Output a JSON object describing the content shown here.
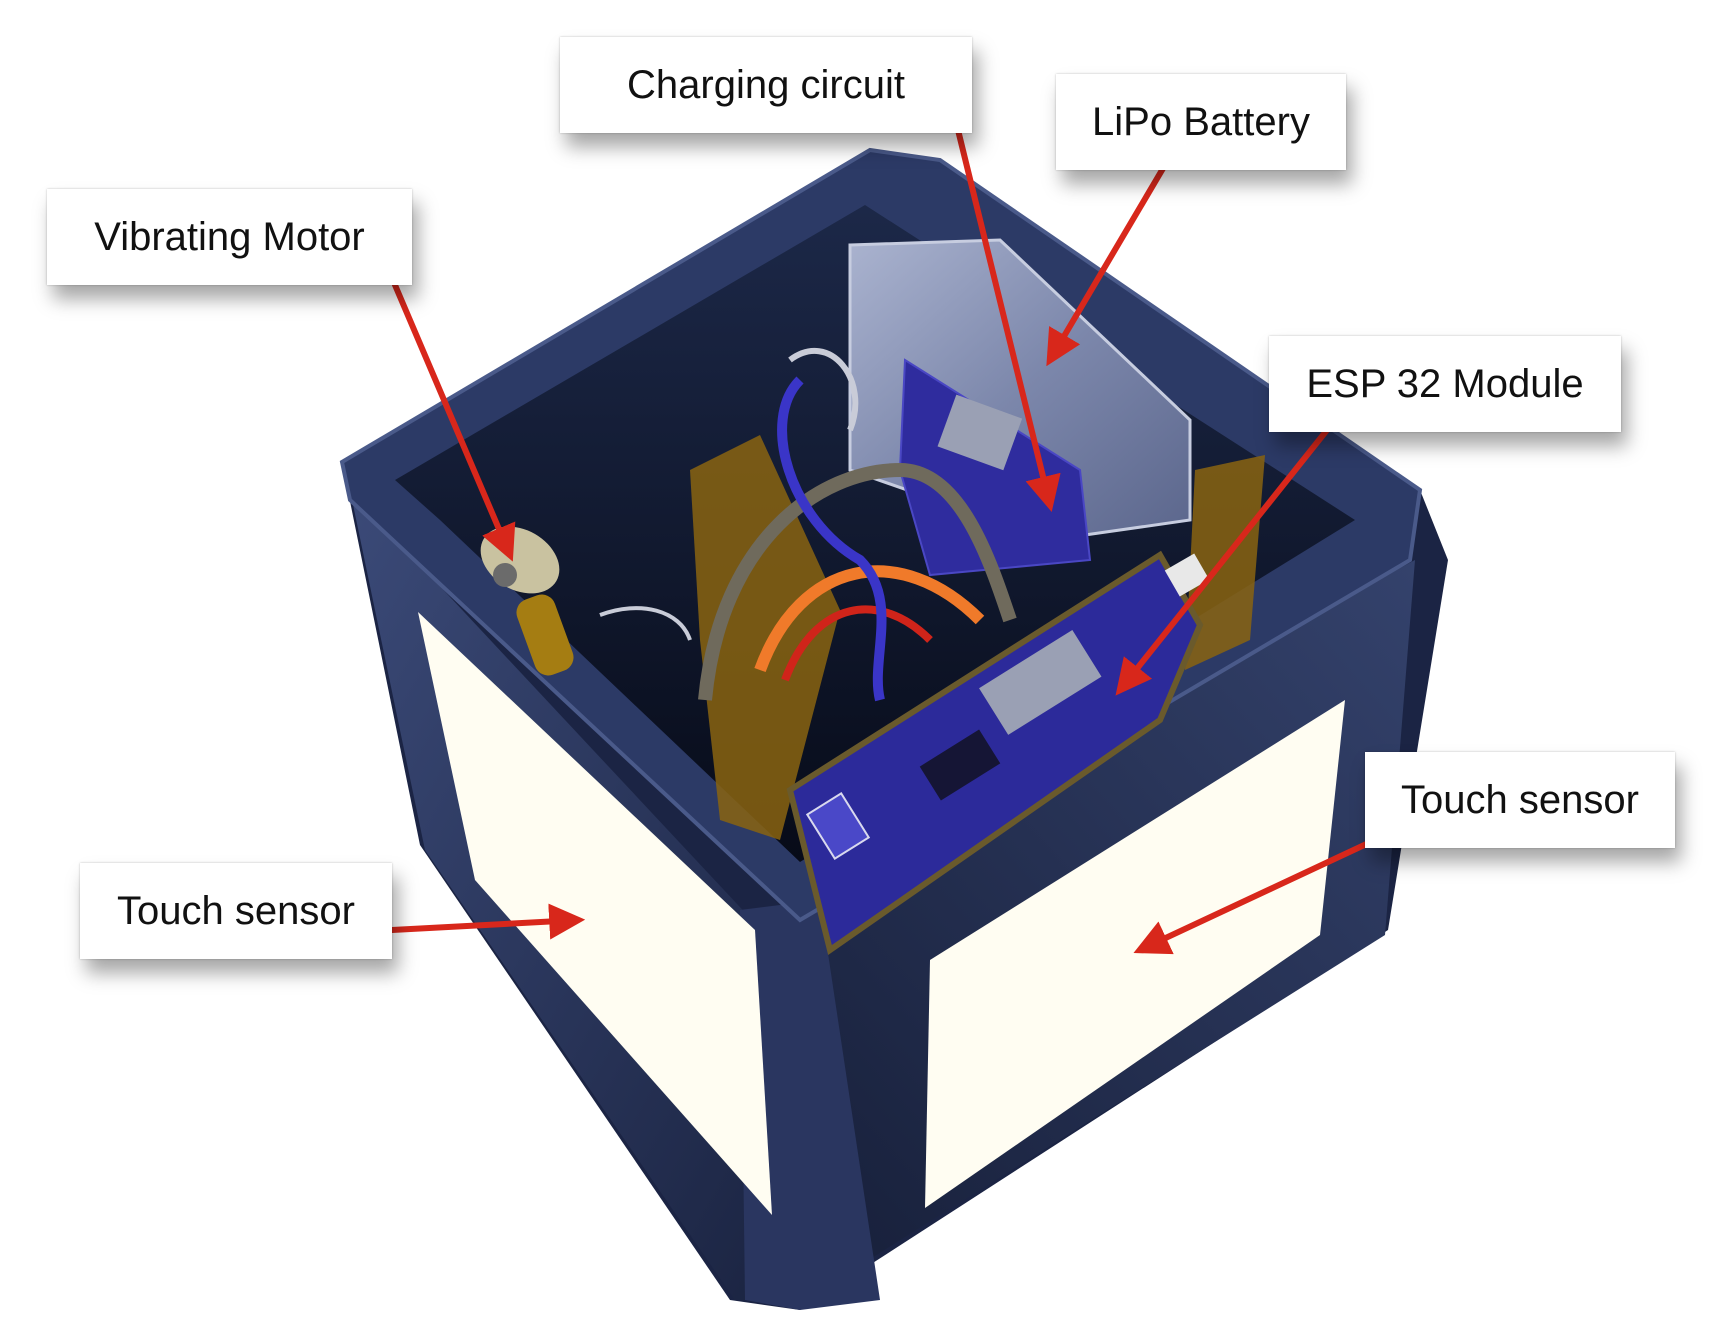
{
  "labels": {
    "charging_circuit": "Charging circuit",
    "lipo_battery": "LiPo Battery",
    "vibrating_motor": "Vibrating Motor",
    "esp32_module": "ESP 32 Module",
    "touch_sensor_left": "Touch sensor",
    "touch_sensor_right": "Touch sensor"
  },
  "colors": {
    "arrow": "#d8271b",
    "housing": "#1f2a4a",
    "housing_edge": "#3a4870",
    "interior": "#0d1428",
    "sensor_pad": "#fffdf2",
    "pcb": "#2c2a9a",
    "battery": "#8b96b8",
    "kapton_tape": "#a37a12",
    "wire_orange": "#f07a2a",
    "wire_grey": "#6f6a5c",
    "wire_blue": "#3a35c8"
  }
}
